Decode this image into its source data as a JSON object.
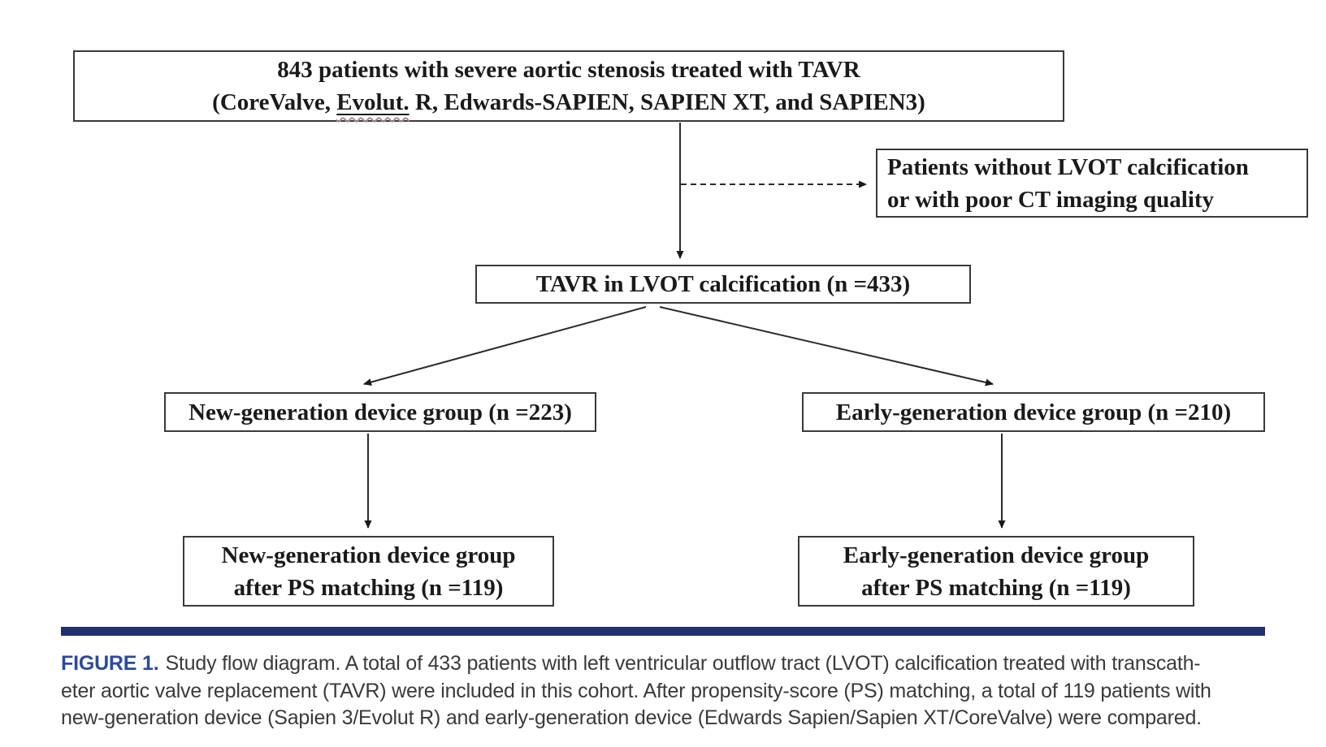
{
  "figure": {
    "boxes": {
      "top": {
        "line1": "843 patients with severe aortic stenosis treated with TAVR",
        "line2_prefix": "(CoreValve, ",
        "line2_underlined": "Evolut.",
        "line2_suffix": " R, Edwards-SAPIEN, SAPIEN XT, and SAPIEN3)"
      },
      "exclusion": {
        "line1": "Patients without LVOT calcification",
        "line2": "or with poor CT imaging quality"
      },
      "tavr": {
        "label": "TAVR in LVOT calcification (n =433)"
      },
      "new_gen": {
        "label": "New-generation device group (n =223)"
      },
      "early_gen": {
        "label": "Early-generation device group (n =210)"
      },
      "new_gen_ps": {
        "line1": "New-generation device group",
        "line2": "after PS matching (n =119)"
      },
      "early_gen_ps": {
        "line1": "Early-generation device group",
        "line2": "after PS matching (n =119)"
      }
    }
  },
  "caption": {
    "label": "FIGURE 1.",
    "line1": "Study flow diagram. A total of 433 patients with left ventricular outflow tract (LVOT) calcification treated with transcath-",
    "line2": "eter aortic valve replacement (TAVR) were included in this cohort. After propensity-score (PS) matching, a total of 119 patients with",
    "line3": "new-generation device (Sapien 3/Evolut R) and early-generation device (Edwards Sapien/Sapien XT/CoreValve) were compared."
  },
  "colors": {
    "box_border": "#3a3a3a",
    "box_text": "#1a1a1a",
    "arrow": "#2b2b2b",
    "squiggle": "#a18c8c",
    "divider_rule": "#22306f",
    "figure_label_blue": "#2b4a9c",
    "caption_text": "#3a3a3a",
    "background": "#ffffff"
  }
}
